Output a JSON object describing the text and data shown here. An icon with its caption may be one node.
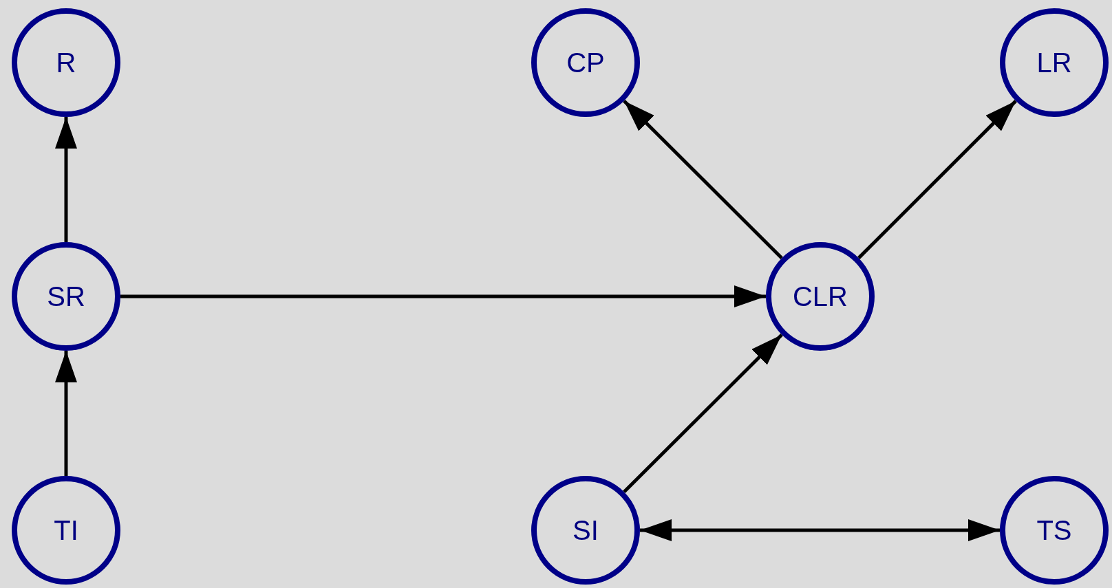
{
  "diagram": {
    "nodes": [
      {
        "text": [
          "R"
        ]
      },
      {
        "text": [
          "CP"
        ]
      },
      {
        "text": [
          "LR"
        ]
      },
      {
        "text": [
          "SR"
        ]
      },
      {
        "text": [
          "CLR"
        ]
      },
      {
        "text": [
          "TI"
        ]
      },
      {
        "text": [
          "SI"
        ]
      },
      {
        "text": [
          "TS"
        ]
      }
    ],
    "edges": [
      {
        "from": 3,
        "to": 0,
        "arrow": "to"
      },
      {
        "from": 4,
        "to": 1,
        "arrow": "to"
      },
      {
        "from": 4,
        "to": 2,
        "arrow": "to"
      },
      {
        "from": 3,
        "to": 4,
        "arrow": "to"
      },
      {
        "from": 5,
        "to": 3,
        "arrow": "to"
      },
      {
        "from": 6,
        "to": 4,
        "arrow": "to"
      },
      {
        "from": 6,
        "to": 7,
        "arrow": "both"
      }
    ]
  }
}
